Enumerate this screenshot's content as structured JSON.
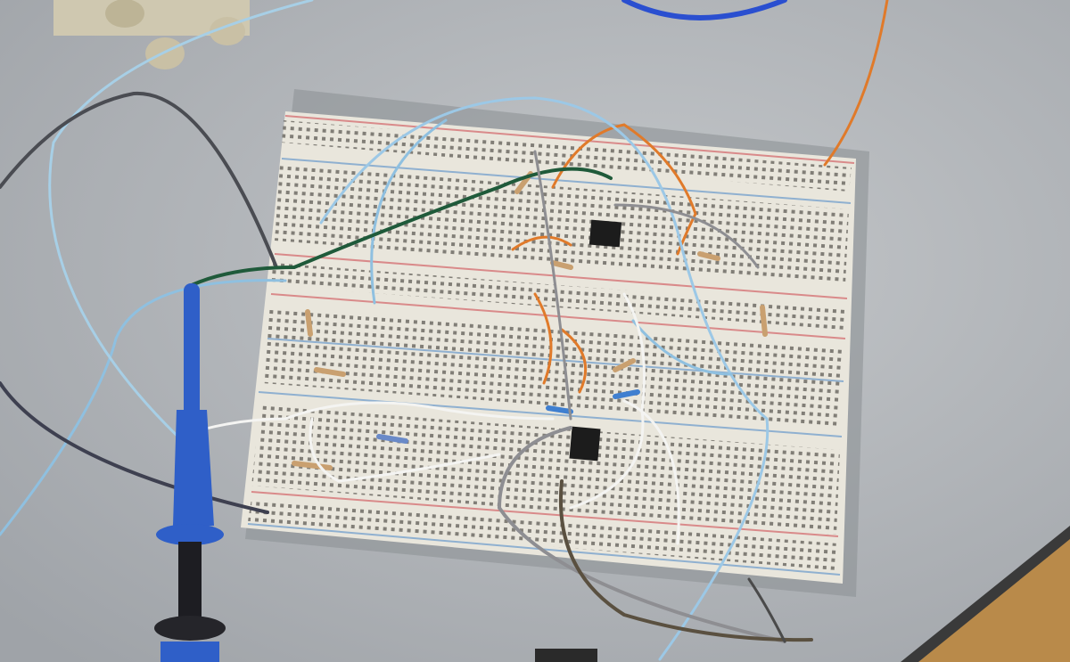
{
  "scene": {
    "subject": "breadboard-circuit",
    "colors": {
      "table": "#b6babd",
      "board": "#e9e6dc",
      "rail_red": "#d98a8a",
      "rail_blue": "#8fb0d0",
      "probe": "#2f5fc8",
      "wood": "#b98a4a"
    },
    "wires": [
      {
        "name": "wire-light-blue-1",
        "color": "#8fc0e0"
      },
      {
        "name": "wire-light-blue-2",
        "color": "#9cc8e6"
      },
      {
        "name": "wire-dark-gray",
        "color": "#4a4c52"
      },
      {
        "name": "wire-green",
        "color": "#1f5a3a"
      },
      {
        "name": "wire-orange",
        "color": "#e07a2a"
      },
      {
        "name": "wire-gray",
        "color": "#8e8e92"
      },
      {
        "name": "wire-white",
        "color": "#f4f4f2"
      },
      {
        "name": "wire-blue-top",
        "color": "#2a4fd0"
      },
      {
        "name": "wire-brown",
        "color": "#5a5040"
      }
    ]
  }
}
